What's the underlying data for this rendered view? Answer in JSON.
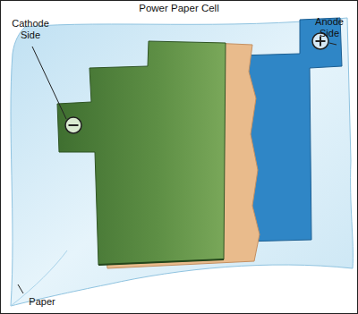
{
  "diagram": {
    "title": "Power Paper Cell",
    "labels": [
      "Cathode Side",
      "Anode Side",
      "Paper"
    ]
  }
}
